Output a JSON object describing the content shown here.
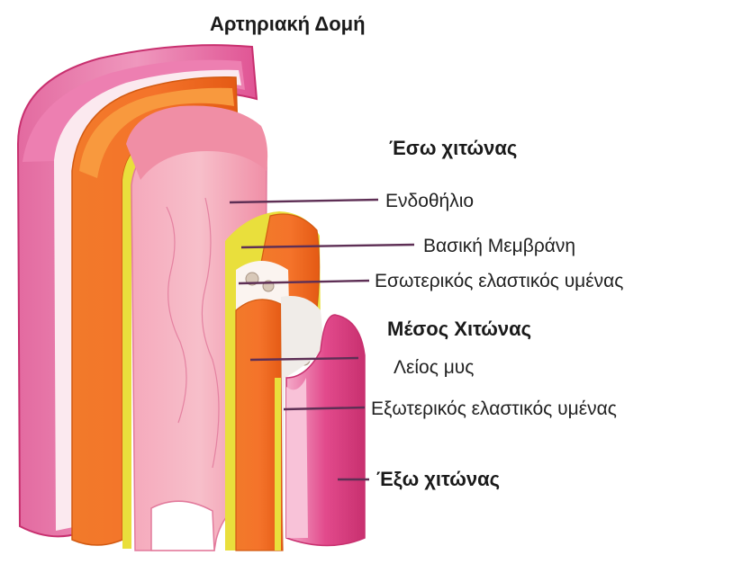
{
  "title": "Αρτηριακή Δομή",
  "layers": {
    "inner": {
      "heading": "Έσω χιτώνας",
      "items": [
        "Ενδοθήλιο",
        "Βασική Μεμβράνη",
        "Εσωτερικός ελαστικός υμένας"
      ]
    },
    "middle": {
      "heading": "Μέσος Χιτώνας",
      "items": [
        "Λείος μυς",
        "Εξωτερικός ελαστικός υμένας"
      ]
    },
    "outer": {
      "heading": "Έξω χιτώνας"
    }
  },
  "colors": {
    "adventitia": "#e2508f",
    "adventitia_dark": "#c92e74",
    "adventitia_light": "#ec86b2",
    "muscle": "#f06a1c",
    "muscle_dark": "#d85412",
    "elastic": "#e4dd38",
    "intima": "#f394a9",
    "intima_light": "#f7b7c6",
    "leader": "#5e2f55"
  }
}
